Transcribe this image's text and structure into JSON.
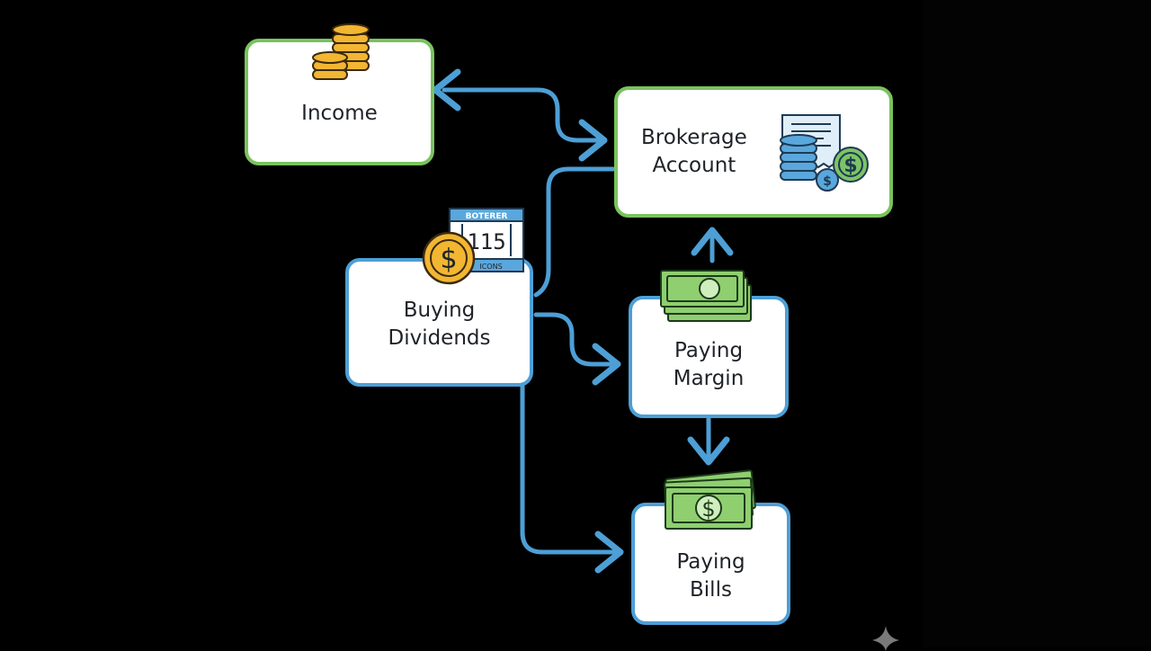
{
  "nodes": {
    "income": "Income",
    "brokerage": "Brokerage\nAccount",
    "buying_dividends": "Buying\nDividends",
    "paying_margin": "Paying\nMargin",
    "paying_bills": "Paying\nBills"
  },
  "calendar_icon": {
    "top_text": "BOTERER",
    "number": "115",
    "bottom_text": "ICONS"
  },
  "icons": {
    "income": "coin-stack-icon",
    "brokerage": "receipt-with-coins-icon",
    "buying_dividends": "calendar-with-dollar-coin-icon",
    "paying_margin": "banknote-stack-icon",
    "paying_bills": "dollar-bill-stack-icon"
  },
  "colors": {
    "background": "#000000",
    "arrow": "#4d9fd6",
    "green_border": "#7ac35d",
    "blue_border": "#4d9fd6",
    "coin": "#f2b632",
    "cash": "#8fcf6f"
  }
}
